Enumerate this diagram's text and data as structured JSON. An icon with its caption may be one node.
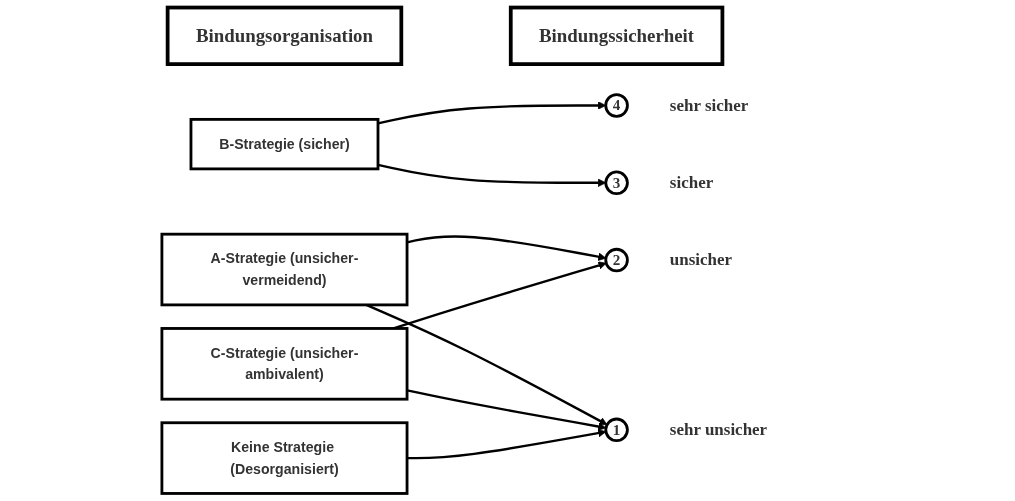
{
  "diagram": {
    "nodes": [
      {
        "text": [
          "Bindungsorganisation"
        ]
      },
      {
        "text": [
          "Bindungssicherheit"
        ]
      },
      {
        "text": [
          "B-Strategie (sicher)"
        ]
      },
      {
        "text": [
          "A-Strategie (unsicher-vermeidend)"
        ]
      },
      {
        "text": [
          "C-Strategie (unsicher-ambivalent)"
        ]
      },
      {
        "text": [
          "Keine Strategie (Desorganisiert)"
        ]
      },
      {
        "text": [
          "4"
        ],
        "beside": [
          "sehr sicher"
        ]
      },
      {
        "text": [
          "3"
        ],
        "beside": [
          "sicher"
        ]
      },
      {
        "text": [
          "2"
        ],
        "beside": [
          "unsicher"
        ]
      },
      {
        "text": [
          "1"
        ],
        "beside": [
          "sehr unsicher"
        ]
      }
    ],
    "edges": [
      {
        "from": 2,
        "to": 6,
        "arrow": "to"
      },
      {
        "from": 2,
        "to": 7,
        "arrow": "to"
      },
      {
        "from": 3,
        "to": 8,
        "arrow": "to"
      },
      {
        "from": 3,
        "to": 9,
        "arrow": "to"
      },
      {
        "from": 4,
        "to": 8,
        "arrow": "to"
      },
      {
        "from": 4,
        "to": 9,
        "arrow": "to"
      },
      {
        "from": 5,
        "to": 9,
        "arrow": "to"
      }
    ]
  }
}
